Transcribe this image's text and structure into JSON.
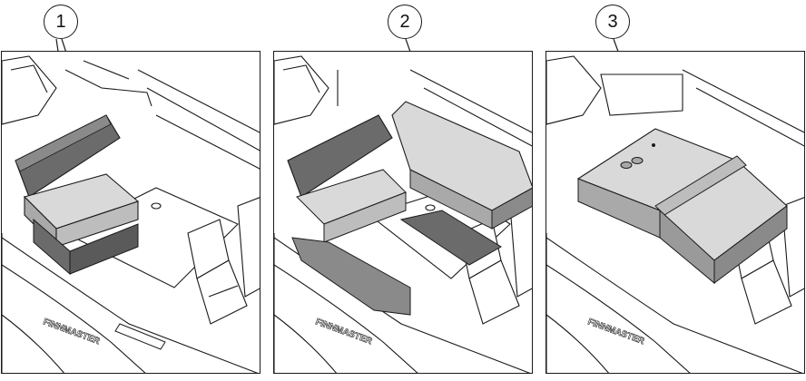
{
  "figure": {
    "steps": [
      {
        "label": "1",
        "description_icon": "bench-seat-cushion-icon"
      },
      {
        "label": "2",
        "description_icon": "backrest-folding-icon"
      },
      {
        "label": "3",
        "description_icon": "sunbed-conversion-icon"
      }
    ],
    "hull_lettering": "FINNMASTER"
  },
  "colors": {
    "line": "#1a1a1a",
    "shade_dark": "#6b6b6b",
    "shade_mid": "#a9a9a9",
    "shade_light": "#d9d9d9",
    "background": "#ffffff"
  }
}
